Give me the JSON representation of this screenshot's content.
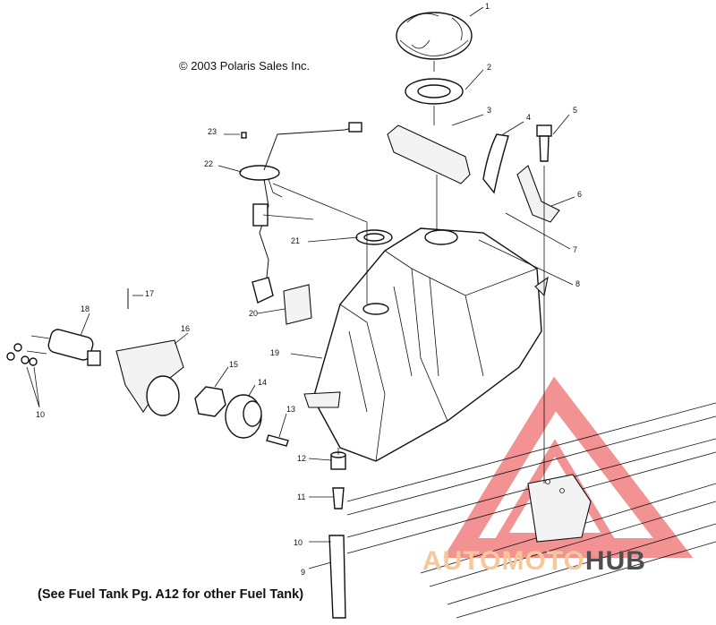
{
  "copyright": "© 2003 Polaris Sales Inc.",
  "footnote": "(See Fuel Tank Pg. A12 for other Fuel Tank)",
  "watermark": {
    "part1": "AUTOMOTO",
    "part2": "HUB",
    "color_logo": "#f08080",
    "color_text": "#f6c79a",
    "color_hub": "#4e4e4e"
  },
  "callouts": [
    "1",
    "2",
    "3",
    "4",
    "5",
    "6",
    "7",
    "8",
    "9",
    "10",
    "11",
    "12",
    "13",
    "14",
    "15",
    "16",
    "17",
    "18",
    "19",
    "20",
    "21",
    "22",
    "23"
  ]
}
